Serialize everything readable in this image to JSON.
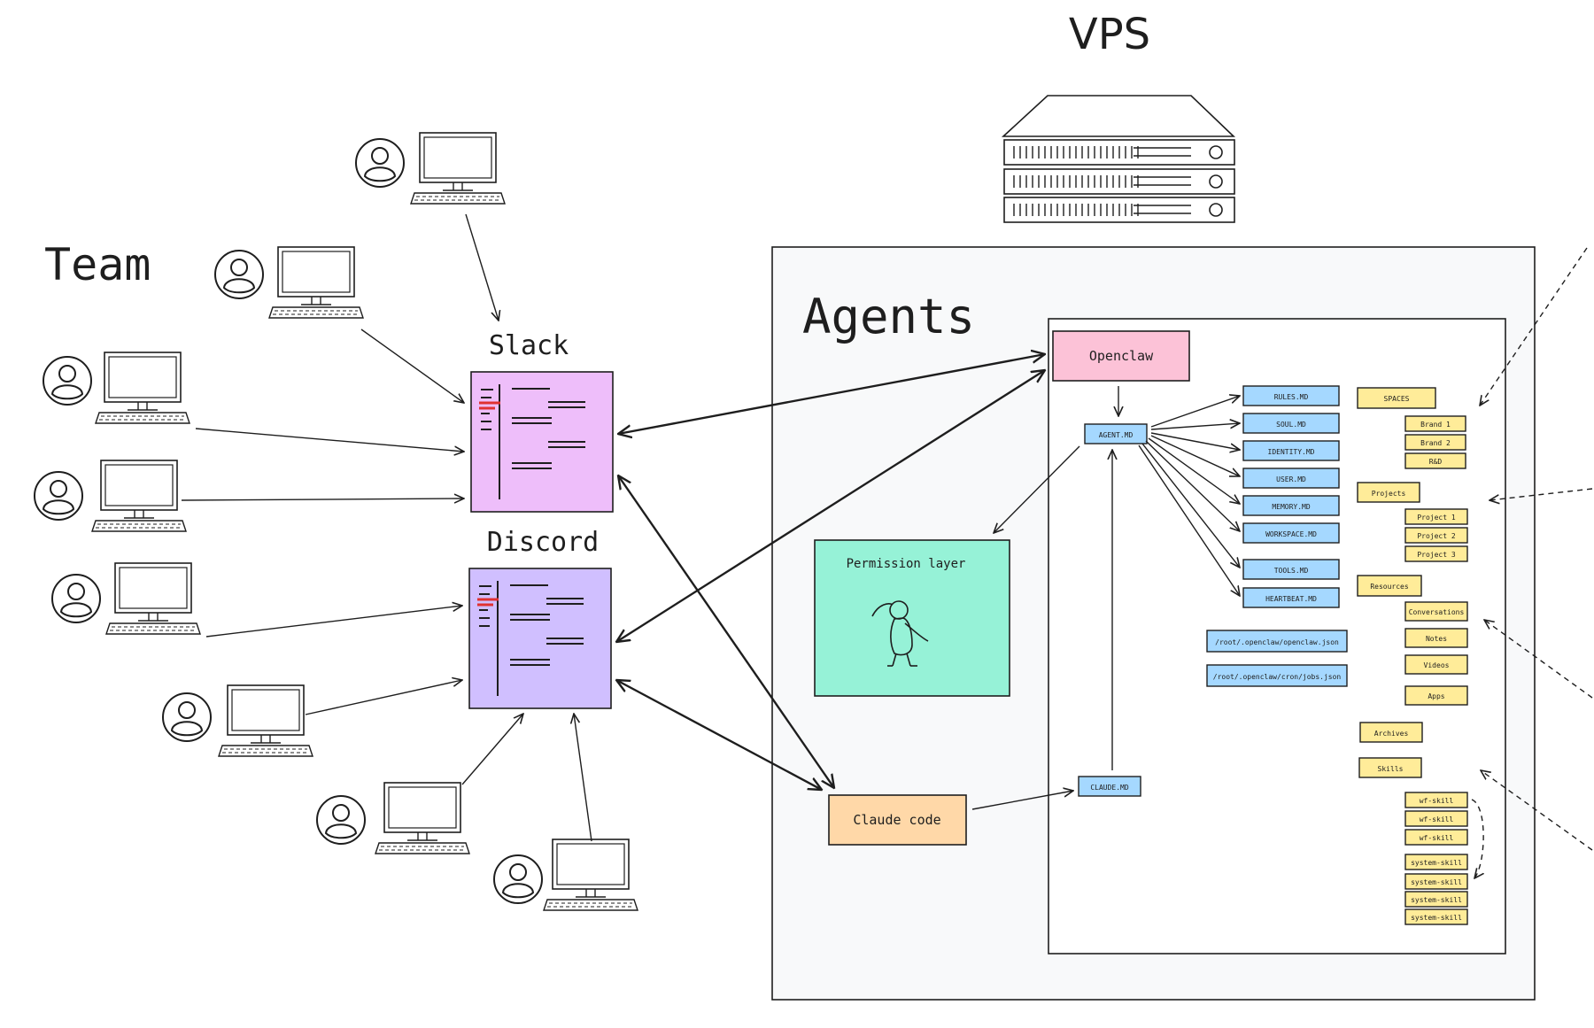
{
  "headings": {
    "vps": "VPS",
    "team": "Team",
    "agents": "Agents",
    "slack": "Slack",
    "discord": "Discord"
  },
  "boxes": {
    "openclaw": "Openclaw",
    "agent_md": "AGENT.MD",
    "permission_layer": "Permission layer",
    "claude_code": "Claude code",
    "claude_md": "CLAUDE.MD"
  },
  "md_files": [
    "RULES.MD",
    "SOUL.MD",
    "IDENTITY.MD",
    "USER.MD",
    "MEMORY.MD",
    "WORKSPACE.MD",
    "TOOLS.MD",
    "HEARTBEAT.MD"
  ],
  "json_files": [
    "/root/.openclaw/openclaw.json",
    "/root/.openclaw/cron/jobs.json"
  ],
  "folders": {
    "spaces": "SPACES",
    "brands": [
      "Brand 1",
      "Brand 2",
      "R&D"
    ],
    "projects": "Projects",
    "project_items": [
      "Project 1",
      "Project 2",
      "Project 3"
    ],
    "resources": "Resources",
    "resource_items": [
      "Conversations",
      "Notes",
      "Videos",
      "Apps"
    ],
    "archives": "Archives",
    "skills": "Skills",
    "skill_items": [
      "wf-skill",
      "wf-skill",
      "wf-skill",
      "system-skill",
      "system-skill",
      "system-skill",
      "system-skill"
    ]
  },
  "colors": {
    "slack": "#eebefa",
    "discord": "#d0bfff",
    "openclaw": "#fcc2d7",
    "md": "#a5d8ff",
    "permission": "#96f2d7",
    "claude_code": "#ffd8a8",
    "folder": "#ffec99",
    "agents_bg": "#f8f9fa"
  }
}
